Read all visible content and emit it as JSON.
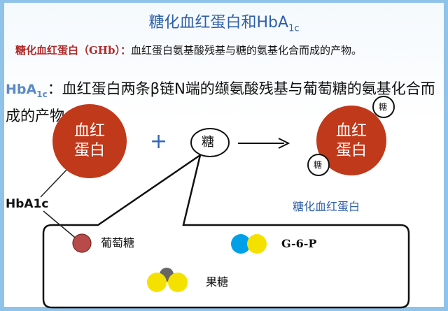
{
  "title": {
    "main": "糖化血红蛋白和HbA",
    "sub": "1c"
  },
  "def_ghb": {
    "term": "糖化血红蛋白（GHb）：",
    "text": "血红蛋白氨基酸残基与糖的氨基化合而成的产物。"
  },
  "def_hba1c": {
    "term_main": "HbA",
    "term_sub": "1c",
    "sep": "：",
    "text": "血红蛋白两条β链N端的缬氨酸残基与葡萄糖的氨基化合而成的产物。"
  },
  "diagram": {
    "hemoglobin_line1": "血红",
    "hemoglobin_line2": "蛋白",
    "plus": "+",
    "sugar": "糖",
    "product_line1": "血红",
    "product_line2": "蛋白",
    "product_sugar_top": "糖",
    "product_sugar_bottom": "糖",
    "product_label": "糖化血红蛋白",
    "hba1c_label": "HbA1c",
    "glucose_label": "葡萄糖",
    "g6p_label": "G-6-P",
    "fructose_label": "果糖"
  },
  "colors": {
    "hemoglobin": "#c0391b",
    "glucose": "#b84a4a",
    "cyan": "#00a0e9",
    "yellow": "#f5e100",
    "gray": "#666666",
    "title": "#2e5fa8"
  }
}
